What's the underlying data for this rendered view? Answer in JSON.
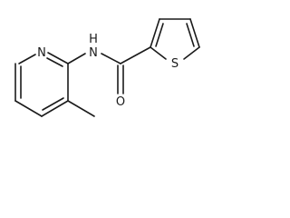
{
  "molecule": {
    "atoms": {
      "pyridine_n": "N",
      "amide_nh": "H",
      "amide_n": "N",
      "carbonyl_o": "O",
      "thiophene_s": "S"
    }
  }
}
